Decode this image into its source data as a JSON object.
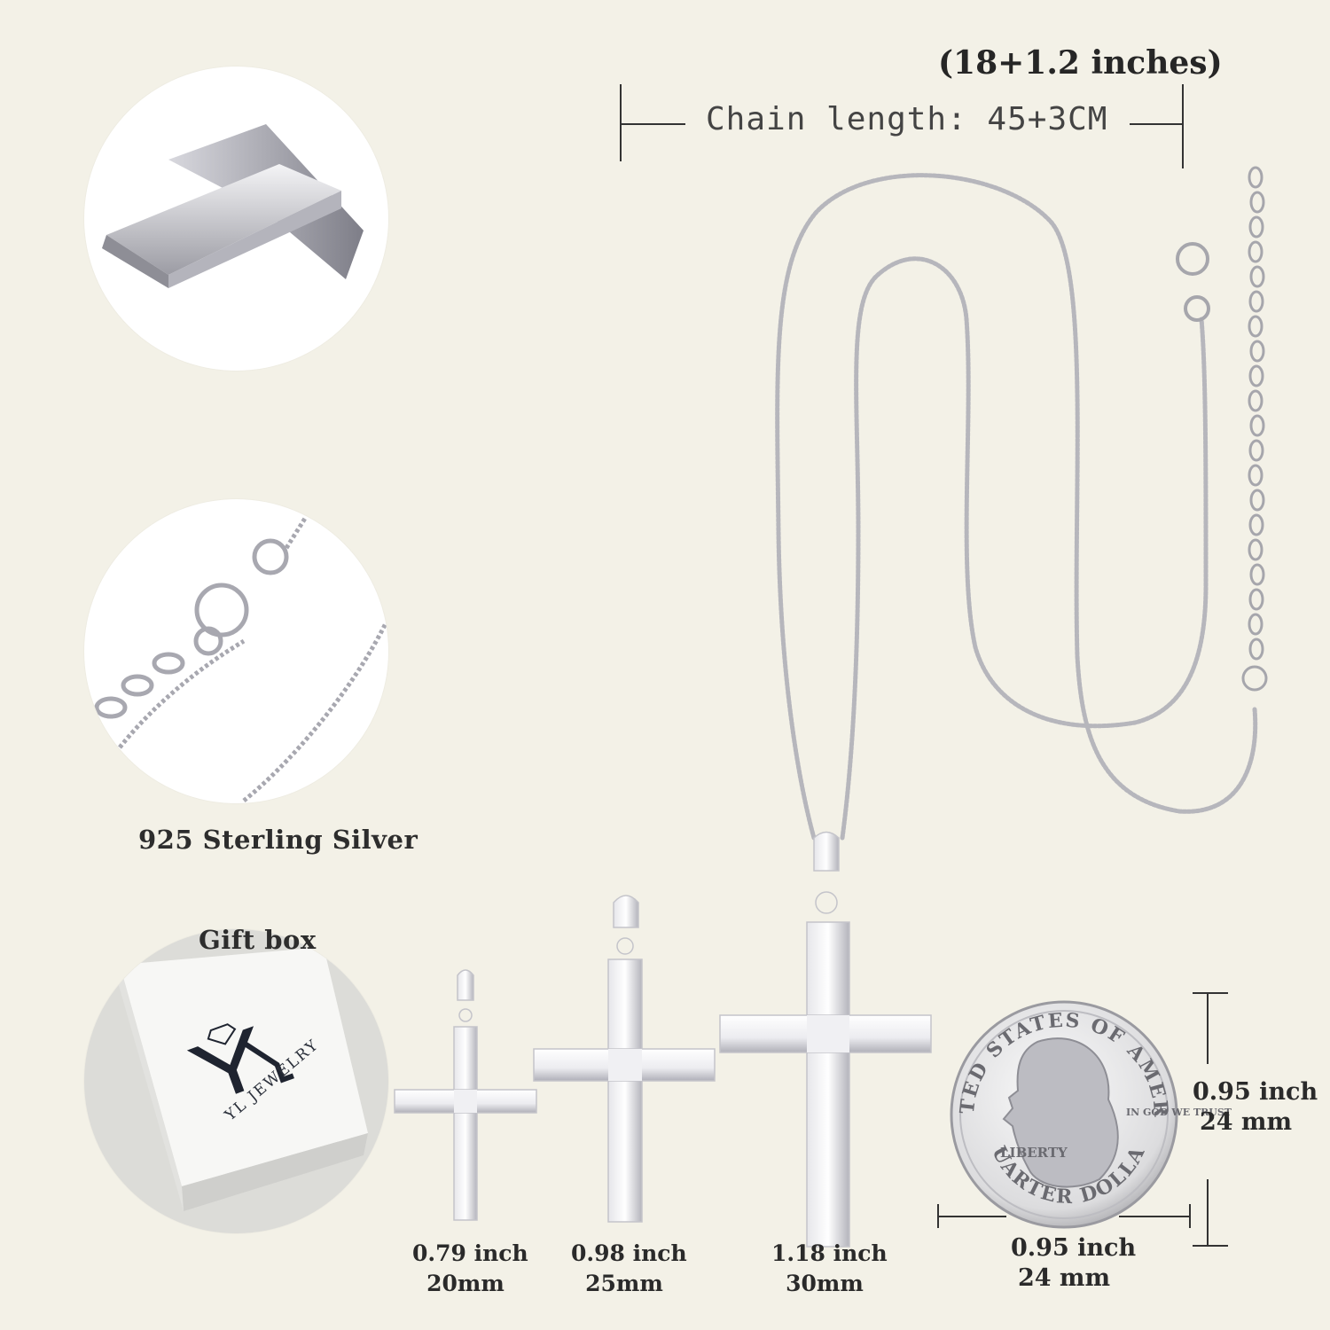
{
  "header": {
    "inches": "(18+1.2 inches)",
    "chain_length": "Chain length: 45+3CM"
  },
  "features": [
    {
      "icon": "silver-bars-icon",
      "caption": ""
    },
    {
      "icon": "clasp-chain-icon",
      "caption": "925 Sterling Silver"
    },
    {
      "icon": "gift-box-icon",
      "caption": "Gift box"
    }
  ],
  "gift_box": {
    "brand_letter": "YL",
    "brand_name": "YL JEWELRY"
  },
  "pendants": [
    {
      "inch": "0.79 inch",
      "mm": "20mm"
    },
    {
      "inch": "0.98 inch",
      "mm": "25mm"
    },
    {
      "inch": "1.18 inch",
      "mm": "30mm"
    }
  ],
  "coin": {
    "top_text": "UNITED STATES OF AMERICA",
    "bottom_text": "QUARTER DOLLAR",
    "liberty": "LIBERTY",
    "motto": "IN GOD WE TRUST",
    "height_inch": "0.95 inch",
    "height_mm": "24 mm",
    "width_inch": "0.95 inch",
    "width_mm": "24 mm"
  },
  "colors": {
    "background": "#f3f1e7",
    "silver": "#c8c8cc"
  }
}
